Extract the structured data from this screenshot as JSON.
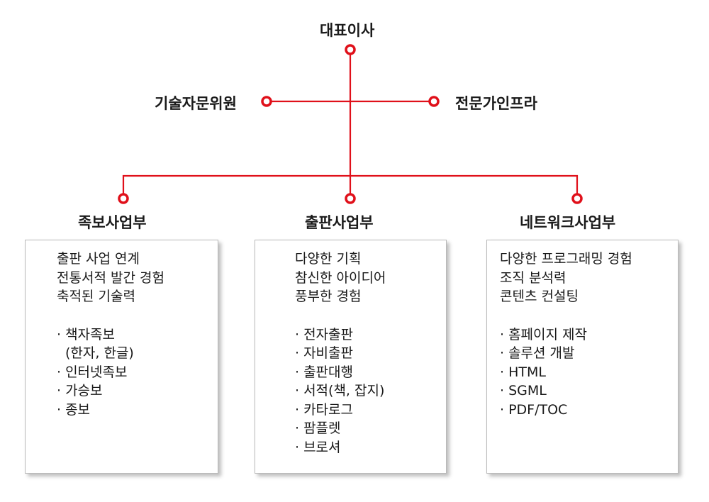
{
  "colors": {
    "line": "#e0101a",
    "box_border": "#b9b9b9"
  },
  "ceo": {
    "title": "대표이사"
  },
  "advisor": {
    "title": "기술자문위원"
  },
  "partner": {
    "title": "전문가인프라"
  },
  "departments": [
    {
      "title": "족보사업부",
      "summary": [
        "출판 사업 연계",
        "전통서적 발간 경험",
        "축적된 기술력"
      ],
      "items": [
        "· 책자족보",
        "(한자, 한글)",
        "· 인터넷족보",
        "· 가승보",
        "· 종보"
      ]
    },
    {
      "title": "출판사업부",
      "summary": [
        "다양한 기획",
        "참신한 아이디어",
        "풍부한 경험"
      ],
      "items": [
        "· 전자출판",
        "· 자비출판",
        "· 출판대행",
        "· 서적(책, 잡지)",
        "· 카타로그",
        "· 팜플렛",
        "· 브로셔"
      ]
    },
    {
      "title": "네트워크사업부",
      "summary": [
        "다양한 프로그래밍 경험",
        "조직 분석력",
        "콘텐츠 컨설팅"
      ],
      "items": [
        "· 홈페이지 제작",
        "· 솔루션 개발",
        "· HTML",
        "· SGML",
        "· PDF/TOC"
      ]
    }
  ]
}
